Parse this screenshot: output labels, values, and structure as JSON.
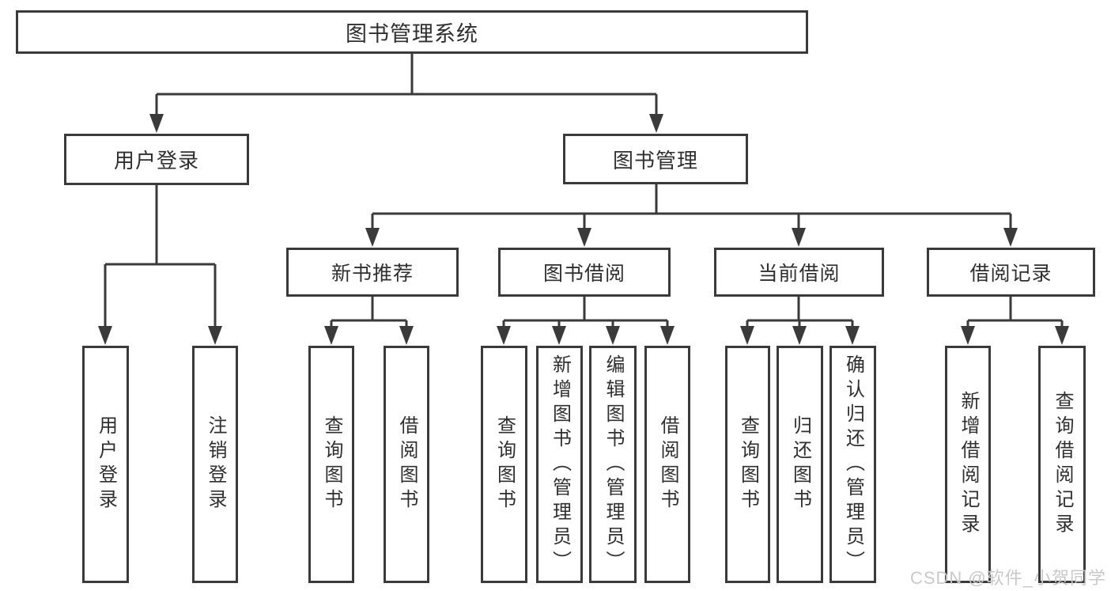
{
  "diagram": {
    "root": {
      "label": "图书管理系统"
    },
    "level2": {
      "user_login": {
        "label": "用户登录"
      },
      "book_management": {
        "label": "图书管理"
      }
    },
    "level3": {
      "new_book_recommend": {
        "label": "新书推荐"
      },
      "book_borrow": {
        "label": "图书借阅"
      },
      "current_borrow": {
        "label": "当前借阅"
      },
      "borrow_records": {
        "label": "借阅记录"
      }
    },
    "leaves": {
      "user_login_group": [
        "用户登录",
        "注销登录"
      ],
      "new_book_group": [
        "查询图书",
        "借阅图书"
      ],
      "book_borrow_group": [
        "查询图书",
        "新增图书（管理员）",
        "编辑图书（管理员）",
        "借阅图书"
      ],
      "current_borrow_group": [
        "查询图书",
        "归还图书",
        "确认归还（管理员）"
      ],
      "borrow_records_group": [
        "新增借阅记录",
        "查询借阅记录"
      ]
    },
    "watermark": "CSDN @软件_小贺同学",
    "colors": {
      "line": "#3a3a3a",
      "text": "#2f2f2f",
      "watermark": "#c9c9c9",
      "background": "#ffffff"
    }
  }
}
